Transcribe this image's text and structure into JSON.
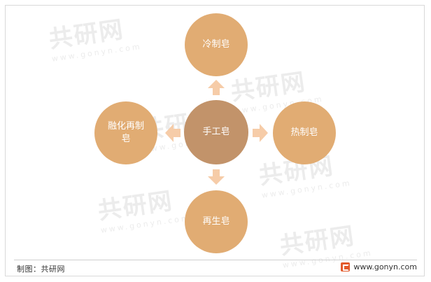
{
  "diagram": {
    "center": "手工皂",
    "top": "冷制皂",
    "right": "热制皂",
    "bottom": "再生皂",
    "left": "融化再制\n皂"
  },
  "footer": {
    "source": "制图：共研网",
    "website": "www.gonyn.com"
  },
  "colors": {
    "outer_node": "#e1ac73",
    "center_node": "#c2936a",
    "arrow": "#f6cca8"
  },
  "watermark": {
    "brand": "共研网",
    "url": "www.gonyn.com"
  }
}
